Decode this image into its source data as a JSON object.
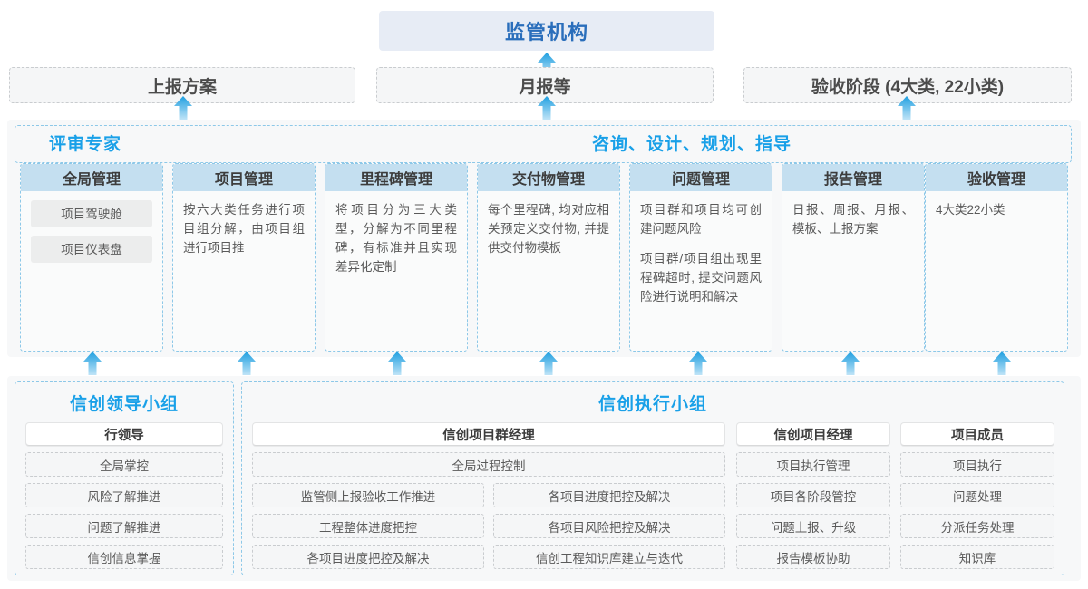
{
  "top": {
    "regulator": "监管机构",
    "banners": [
      {
        "label": "上报方案"
      },
      {
        "label": "月报等"
      },
      {
        "label": "验收阶段 (4大类, 22小类)"
      }
    ]
  },
  "middle": {
    "role_left": "评审专家",
    "role_right": "咨询、设计、规划、指导",
    "columns": [
      {
        "title": "全局管理",
        "pills": [
          "项目驾驶舱",
          "项目仪表盘"
        ],
        "paragraphs": []
      },
      {
        "title": "项目管理",
        "pills": [],
        "paragraphs": [
          "按六大类任务进行项目组分解，由项目组进行项目推"
        ]
      },
      {
        "title": "里程碑管理",
        "pills": [],
        "paragraphs": [
          "将项目分为三大类型，分解为不同里程碑，有标准并且实现差异化定制"
        ]
      },
      {
        "title": "交付物管理",
        "pills": [],
        "paragraphs": [
          "每个里程碑, 均对应相关预定义交付物, 并提供交付物模板"
        ]
      },
      {
        "title": "问题管理",
        "pills": [],
        "paragraphs": [
          "项目群和项目均可创建问题风险",
          "项目群/项目组出现里程碑超时, 提交问题风险进行说明和解决"
        ]
      },
      {
        "title": "报告管理",
        "pills": [],
        "paragraphs": [
          "日报、周报、月报、模板、上报方案"
        ]
      },
      {
        "title": "验收管理",
        "pills": [],
        "paragraphs": [
          "4大类22小类"
        ]
      }
    ]
  },
  "bottom": {
    "lead_group": {
      "title": "信创领导小组",
      "person": "行领导",
      "duties": [
        "全局掌控",
        "风险了解推进",
        "问题了解推进",
        "信创信息掌握"
      ]
    },
    "exec_group": {
      "title": "信创执行小组",
      "program_manager": {
        "person": "信创项目群经理",
        "full_width_duty": "全局过程控制",
        "duty_rows": [
          [
            "监管侧上报验收工作推进",
            "各项目进度把控及解决"
          ],
          [
            "工程整体进度把控",
            "各项目风险把控及解决"
          ],
          [
            "各项目进度把控及解决",
            "信创工程知识库建立与迭代"
          ]
        ]
      },
      "project_manager": {
        "person": "信创项目经理",
        "duties": [
          "项目执行管理",
          "项目各阶段管控",
          "问题上报、升级",
          "报告模板协助"
        ]
      },
      "member": {
        "person": "项目成员",
        "duties": [
          "项目执行",
          "问题处理",
          "分派任务处理",
          "知识库"
        ]
      }
    }
  },
  "colors": {
    "accent_blue": "#19a0e8",
    "title_blue": "#2a6ebb",
    "header_fill": "#c4dff0",
    "banner_fill": "#e7ecf5",
    "arrow": "#2aa7e0"
  },
  "icons": {
    "arrow_up": "up-arrow-icon"
  }
}
